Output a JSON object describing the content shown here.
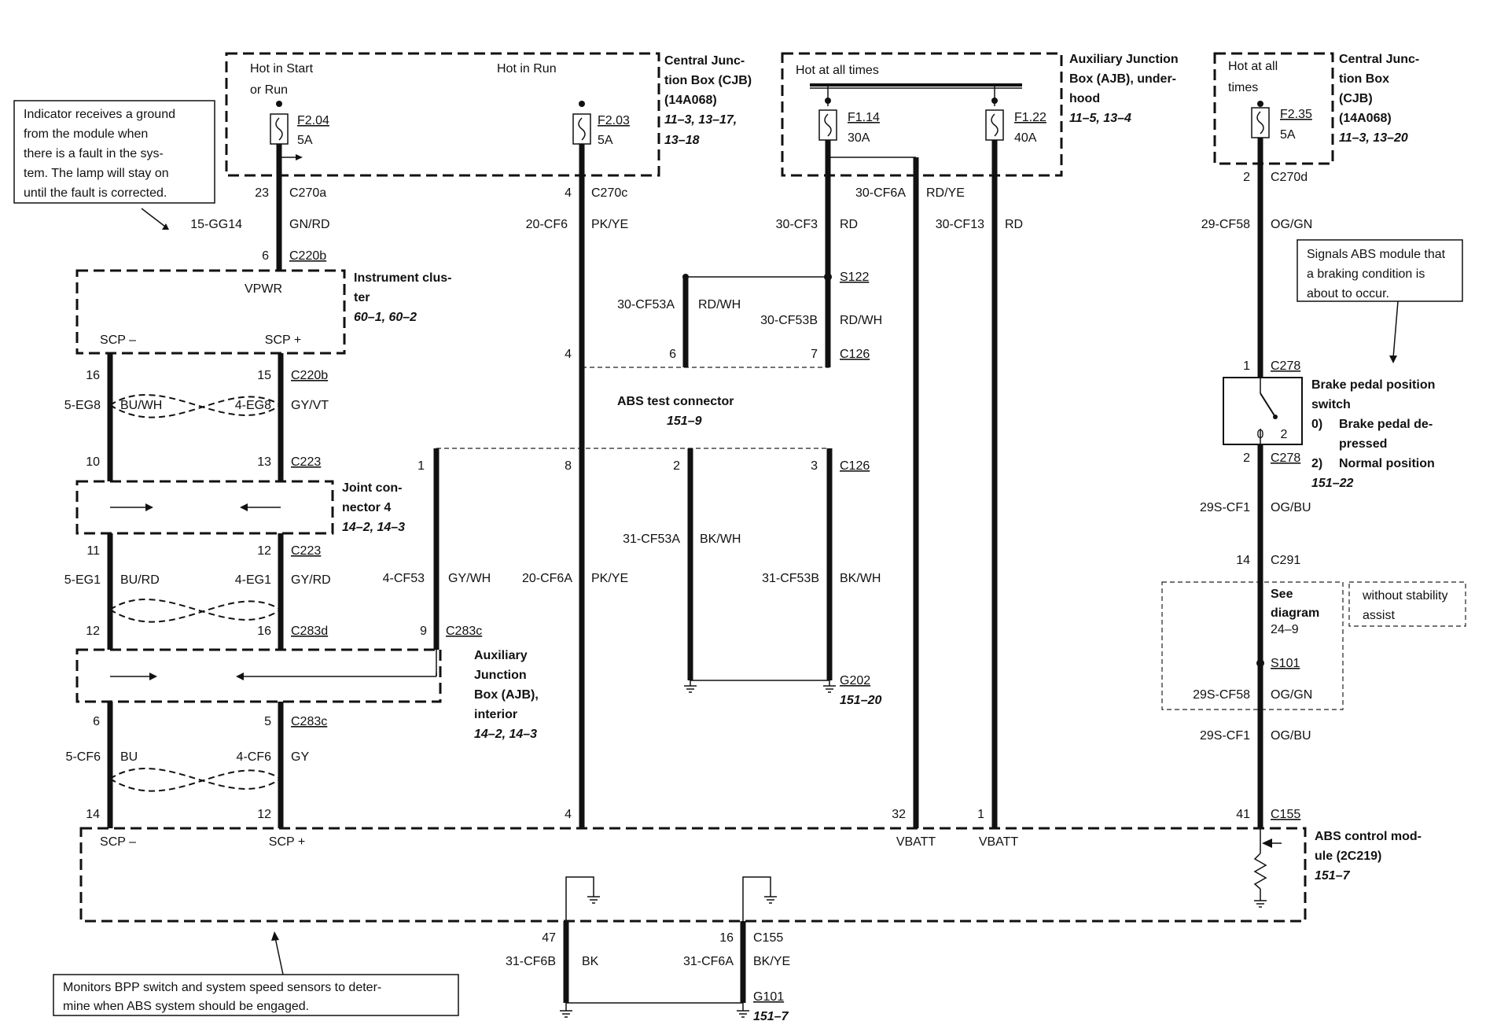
{
  "power": {
    "start_run_1": "Hot in Start",
    "start_run_2": "or Run",
    "hot_in_run": "Hot in Run",
    "hot_all_times": "Hot at all times",
    "hot_all_1": "Hot at all",
    "hot_all_2": "times"
  },
  "cjb1": {
    "l1": "Central Junc-",
    "l2": "tion Box (CJB)",
    "l3": "(14A068)",
    "r1": "11–3, 13–17,",
    "r2": "13–18"
  },
  "ajb_uh": {
    "l1": "Auxiliary Junction",
    "l2": "Box (AJB), under-",
    "l3": "hood",
    "r1": "11–5, 13–4"
  },
  "cjb2": {
    "l1": "Central Junc-",
    "l2": "tion Box",
    "l3": "(CJB)",
    "l4": "(14A068)",
    "r1": "11–3, 13–20"
  },
  "fuses": {
    "f204": "F2.04",
    "f204a": "5A",
    "f203": "F2.03",
    "f203a": "5A",
    "f114": "F1.14",
    "f114a": "30A",
    "f122": "F1.22",
    "f122a": "40A",
    "f235": "F2.35",
    "f235a": "5A"
  },
  "notes": {
    "indicator": [
      "Indicator receives a ground",
      "from the module when",
      "there is a fault in the sys-",
      "tem. The lamp will stay on",
      "until the fault is corrected."
    ],
    "signals": [
      "Signals ABS module that",
      "a braking condition is",
      "about to occur."
    ],
    "monitors": [
      "Monitors BPP switch and system speed sensors to deter-",
      "mine when ABS system should be engaged."
    ],
    "without": [
      "without stability",
      "assist"
    ]
  },
  "wires": {
    "gg14": "15-GG14",
    "gnrd": "GN/RD",
    "cf6": "20-CF6",
    "pkye": "PK/YE",
    "cf3": "30-CF3",
    "rd": "RD",
    "cf6a30": "30-CF6A",
    "rdye": "RD/YE",
    "cf13": "30-CF13",
    "rd2": "RD",
    "cf58": "29-CF58",
    "oggn": "OG/GN",
    "cf53a": "30-CF53A",
    "rdwh": "RD/WH",
    "cf53b": "30-CF53B",
    "rdwh2": "RD/WH",
    "eg8a": "5-EG8",
    "buwh": "BU/WH",
    "eg8b": "4-EG8",
    "gyvt": "GY/VT",
    "eg1a": "5-EG1",
    "burd": "BU/RD",
    "eg1b": "4-EG1",
    "gyrd": "GY/RD",
    "cf53": "4-CF53",
    "gywh": "GY/WH",
    "cf6a20": "20-CF6A",
    "pkye2": "PK/YE",
    "cf53a31": "31-CF53A",
    "bkwh": "BK/WH",
    "cf53b31": "31-CF53B",
    "bkwh2": "BK/WH",
    "cf6a5": "5-CF6",
    "bu": "BU",
    "cf6b4": "4-CF6",
    "gy": "GY",
    "cf1": "29S-CF1",
    "ogbu": "OG/BU",
    "cf58s": "29S-CF58",
    "oggn2": "OG/GN",
    "cf1b": "29S-CF1",
    "ogbu2": "OG/BU",
    "cf6b31": "31-CF6B",
    "bk": "BK",
    "cf6a31": "31-CF6A",
    "bkye": "BK/YE"
  },
  "pins": {
    "p23": "23",
    "p6a": "6",
    "p4a": "4",
    "p4b": "4",
    "p2": "2",
    "p1a": "1",
    "p2b": "2",
    "p14": "14",
    "p16": "16",
    "p15": "15",
    "p10": "10",
    "p13": "13",
    "p11": "11",
    "p12": "12",
    "p12b": "12",
    "p16b": "16",
    "p6b": "6",
    "p5": "5",
    "p14b": "14",
    "p12c": "12",
    "p4c": "4",
    "p32": "32",
    "p1b": "1",
    "p41": "41",
    "p6t": "6",
    "p7t": "7",
    "p1t": "1",
    "p8": "8",
    "p2t": "2",
    "p3t": "3",
    "p9": "9",
    "p47": "47",
    "p16c": "16"
  },
  "connectors": {
    "c270a": "C270a",
    "c220b": "C220b",
    "c270c": "C270c",
    "c270d": "C270d",
    "c220b2": "C220b",
    "c223": "C223",
    "c223b": "C223",
    "c283d": "C283d",
    "c283c": "C283c",
    "c283c2": "C283c",
    "s122": "S122",
    "c126": "C126",
    "c126b": "C126",
    "g202": "G202",
    "c278": "C278",
    "c278b": "C278",
    "c291": "C291",
    "s101": "S101",
    "c155": "C155",
    "c155b": "C155",
    "g101": "G101"
  },
  "components": {
    "ic1": "Instrument clus-",
    "ic2": "ter",
    "ic_ref": "60–1, 60–2",
    "vpwr": "VPWR",
    "scpm": "SCP –",
    "scpp": "SCP +",
    "jc1": "Joint con-",
    "jc2": "nector 4",
    "jc_ref": "14–2, 14–3",
    "ajbi1": "Auxiliary",
    "ajbi2": "Junction",
    "ajbi3": "Box (AJB),",
    "ajbi4": "interior",
    "ajbi_ref": "14–2, 14–3",
    "abs_test": "ABS test connector",
    "abs_test_ref": "151–9",
    "g202_ref": "151–20",
    "bpp1": "Brake pedal position",
    "bpp2": "switch",
    "bpp0": "0)",
    "bpp0a": "Brake pedal de-",
    "bpp0b": "pressed",
    "bpp2n": "2)",
    "bpp2a": "Normal position",
    "bpp_ref": "151–22",
    "sw0": "0",
    "sw2": "2",
    "see1": "See",
    "see2": "diagram",
    "see3": "24–9",
    "abs1": "ABS control mod-",
    "abs2": "ule (2C219)",
    "abs_ref": "151–7",
    "vbatt1": "VBATT",
    "vbatt2": "VBATT",
    "scpm2": "SCP –",
    "scpp2": "SCP +",
    "g101_ref": "151–7"
  }
}
